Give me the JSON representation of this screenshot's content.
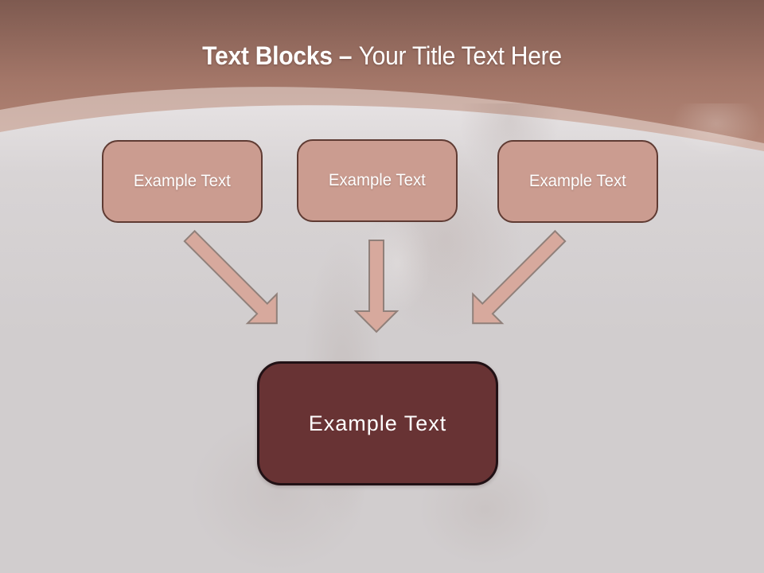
{
  "title": {
    "emphasis": "Text Blocks –",
    "rest": "Your Title Text Here"
  },
  "text_blocks": [
    {
      "label": "Example Text"
    },
    {
      "label": "Example Text"
    },
    {
      "label": "Example Text"
    }
  ],
  "result_block": {
    "label": "Example Text"
  },
  "arrows": [
    {
      "name": "arrow-down-right",
      "direction": "down-right"
    },
    {
      "name": "arrow-down",
      "direction": "down"
    },
    {
      "name": "arrow-down-left",
      "direction": "down-left"
    }
  ],
  "colors": {
    "header_top": "#7e5a50",
    "header_mid": "#a37668",
    "header_bottom": "#b78a7a",
    "curve_band": "#f2e8e4",
    "body_bg": "#d1cdce",
    "block_fill": "#cb9c90",
    "block_border": "#5f3b33",
    "arrow_fill": "#d7a99d",
    "arrow_border": "#90807a",
    "result_fill": "#683334",
    "result_border": "#211115",
    "title_color": "#ffffff"
  }
}
